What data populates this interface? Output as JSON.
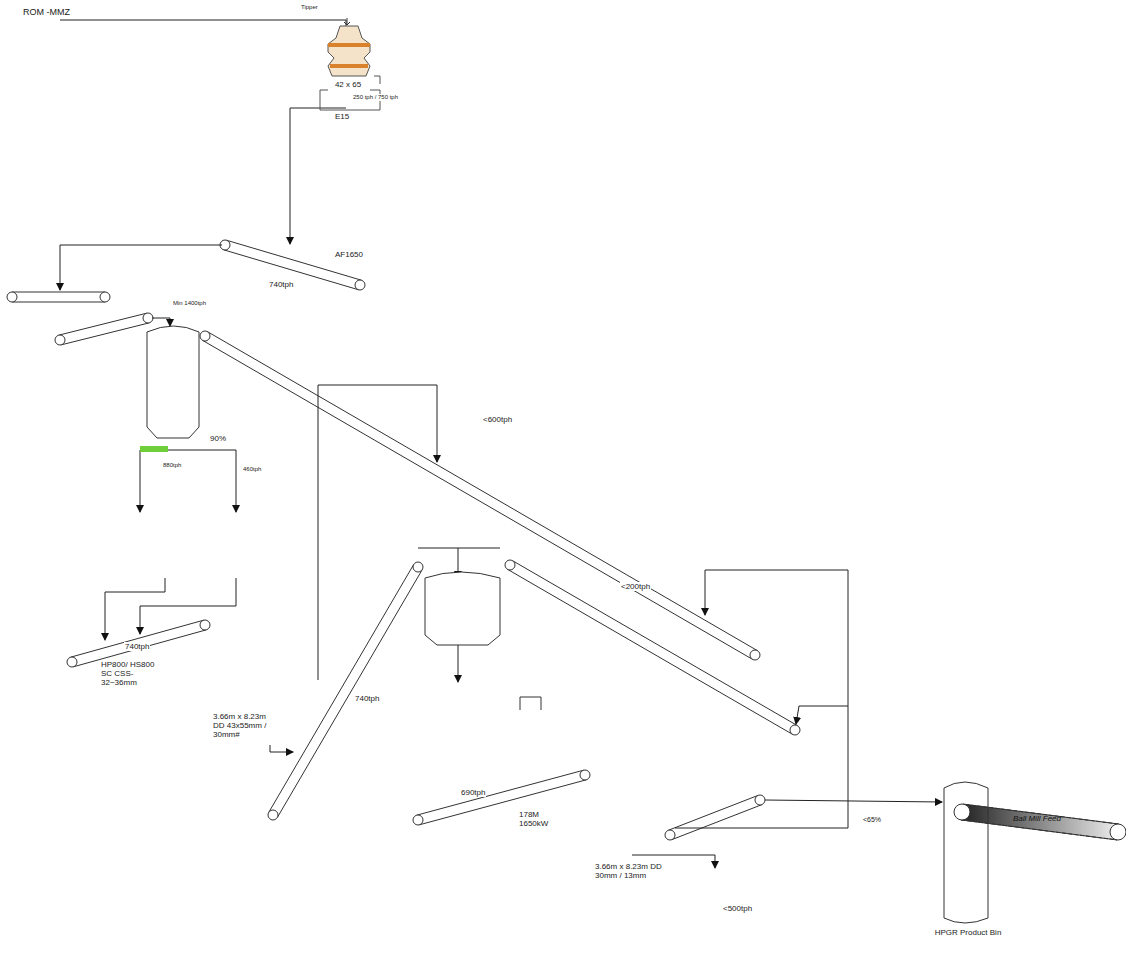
{
  "diagram": {
    "nodes": [
      {
        "text": [
          "42 x 65"
        ]
      },
      {
        "text": [
          "90%"
        ]
      },
      {
        "text": [
          "HPGR Product Bin"
        ]
      }
    ],
    "labels": [
      "ROM -MMZ",
      "Tipper",
      "250 tph / 750 tph",
      "E15",
      "AF1650",
      "740tph",
      "Min 1400tph",
      "880tph",
      "460tph",
      "740tph",
      "HP800/ HS800 SC CSS- 32~36mm",
      "<600tph",
      "3.66m x 8.23m DD 43x55mm / 30mm#",
      "740tph",
      "<200tph",
      "690tph",
      "178M 1650kW",
      "<65%",
      "3.66m x 8.23m DD 30mm / 13mm",
      "<500tph",
      "Ball Mill Feed"
    ]
  }
}
